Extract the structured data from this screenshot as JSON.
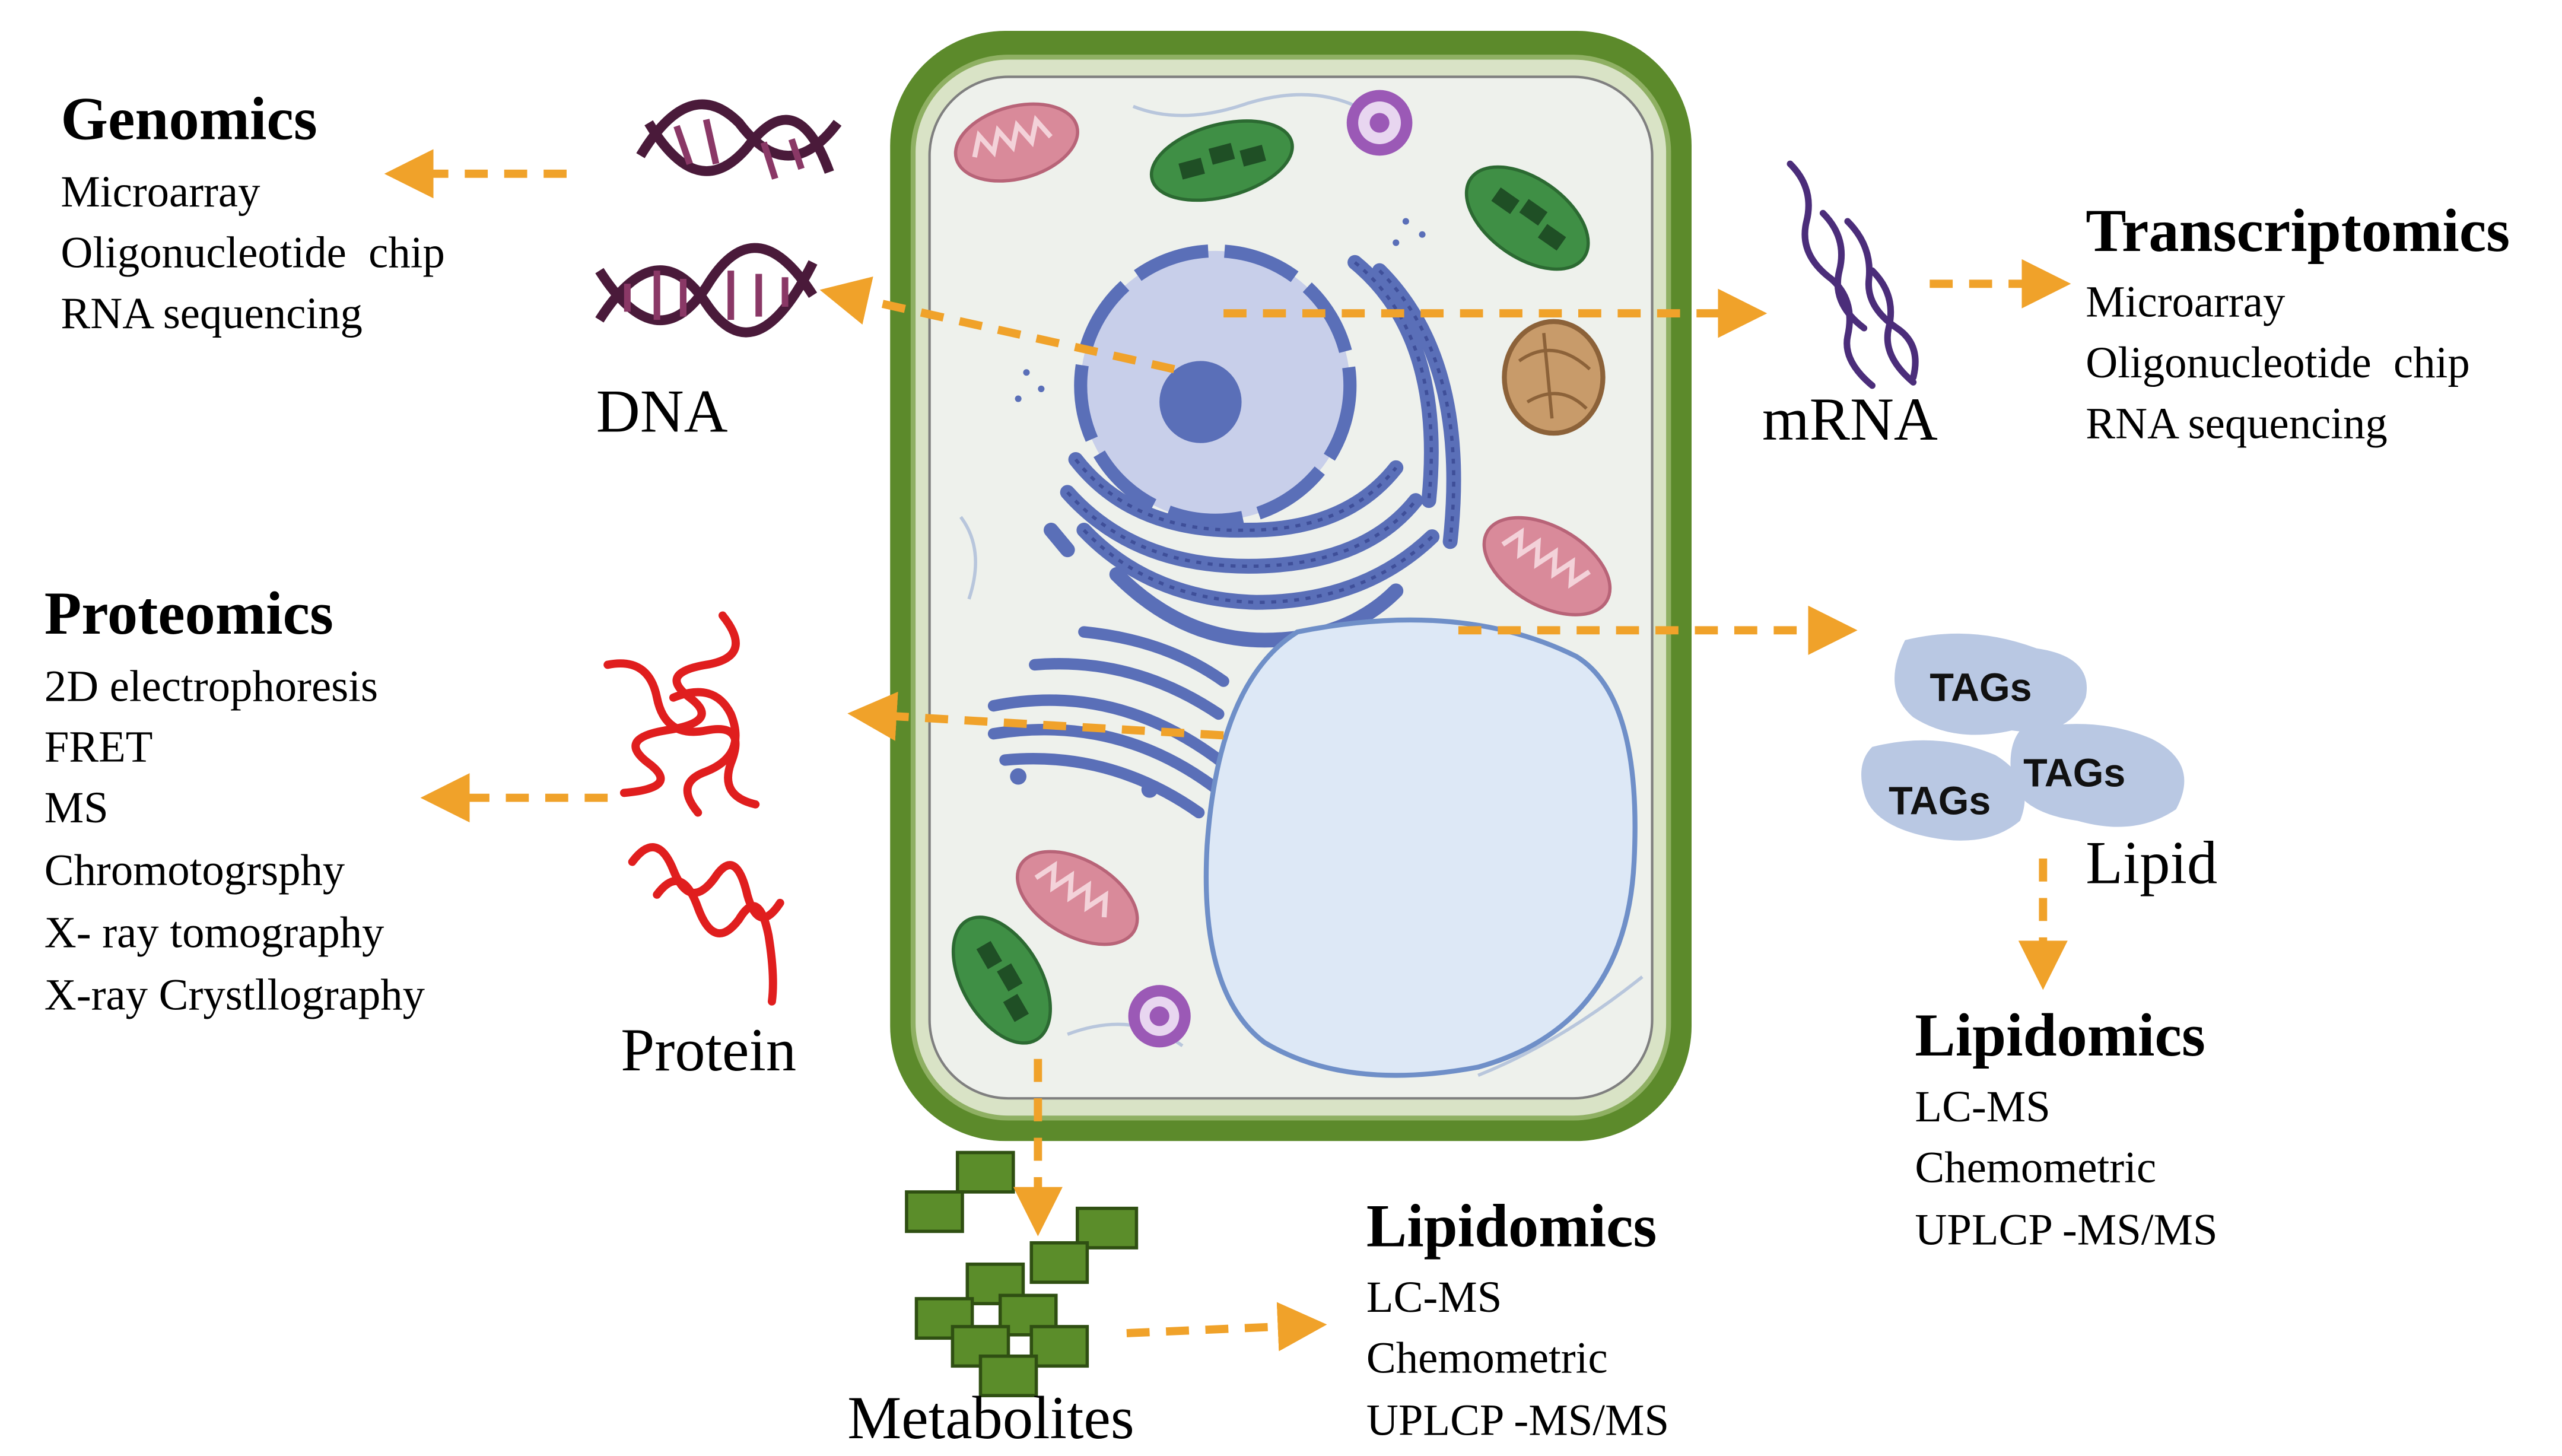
{
  "panels": {
    "genomics": {
      "title": "Genomics",
      "methods": [
        "Microarray",
        "Oligonucleotide  chip",
        "RNA sequencing"
      ]
    },
    "transcriptomics": {
      "title": "Transcriptomics",
      "methods": [
        "Microarray",
        "Oligonucleotide  chip",
        "RNA sequencing"
      ]
    },
    "proteomics": {
      "title": "Proteomics",
      "methods": [
        "2D electrophoresis",
        "FRET",
        "MS",
        "Chromotogrsphy",
        "X- ray tomography",
        "X-ray Crystllography"
      ]
    },
    "lipidomics_right": {
      "title": "Lipidomics",
      "methods": [
        "LC-MS",
        "Chemometric",
        "UPLCP -MS/MS"
      ]
    },
    "lipidomics_bottom": {
      "title": "Lipidomics",
      "methods": [
        "LC-MS",
        "Chemometric",
        "UPLCP -MS/MS"
      ]
    }
  },
  "molecules": {
    "dna": "DNA",
    "mrna": "mRNA",
    "protein": "Protein",
    "lipid": "Lipid",
    "metabolites": "Metabolites",
    "tag": "TAGs"
  },
  "colors": {
    "cell_wall": "#5c8a2b",
    "arrow": "#f0a22a",
    "organelle_blue": "#5a6fb8",
    "chloroplast": "#3f8f45",
    "mitochondria": "#d98a9a",
    "protein": "#e01e1e",
    "metabolite": "#5b8d2a",
    "tags": "#b9c8e3",
    "dna": "#4a1a3a",
    "mrna": "#4b2d7a"
  }
}
